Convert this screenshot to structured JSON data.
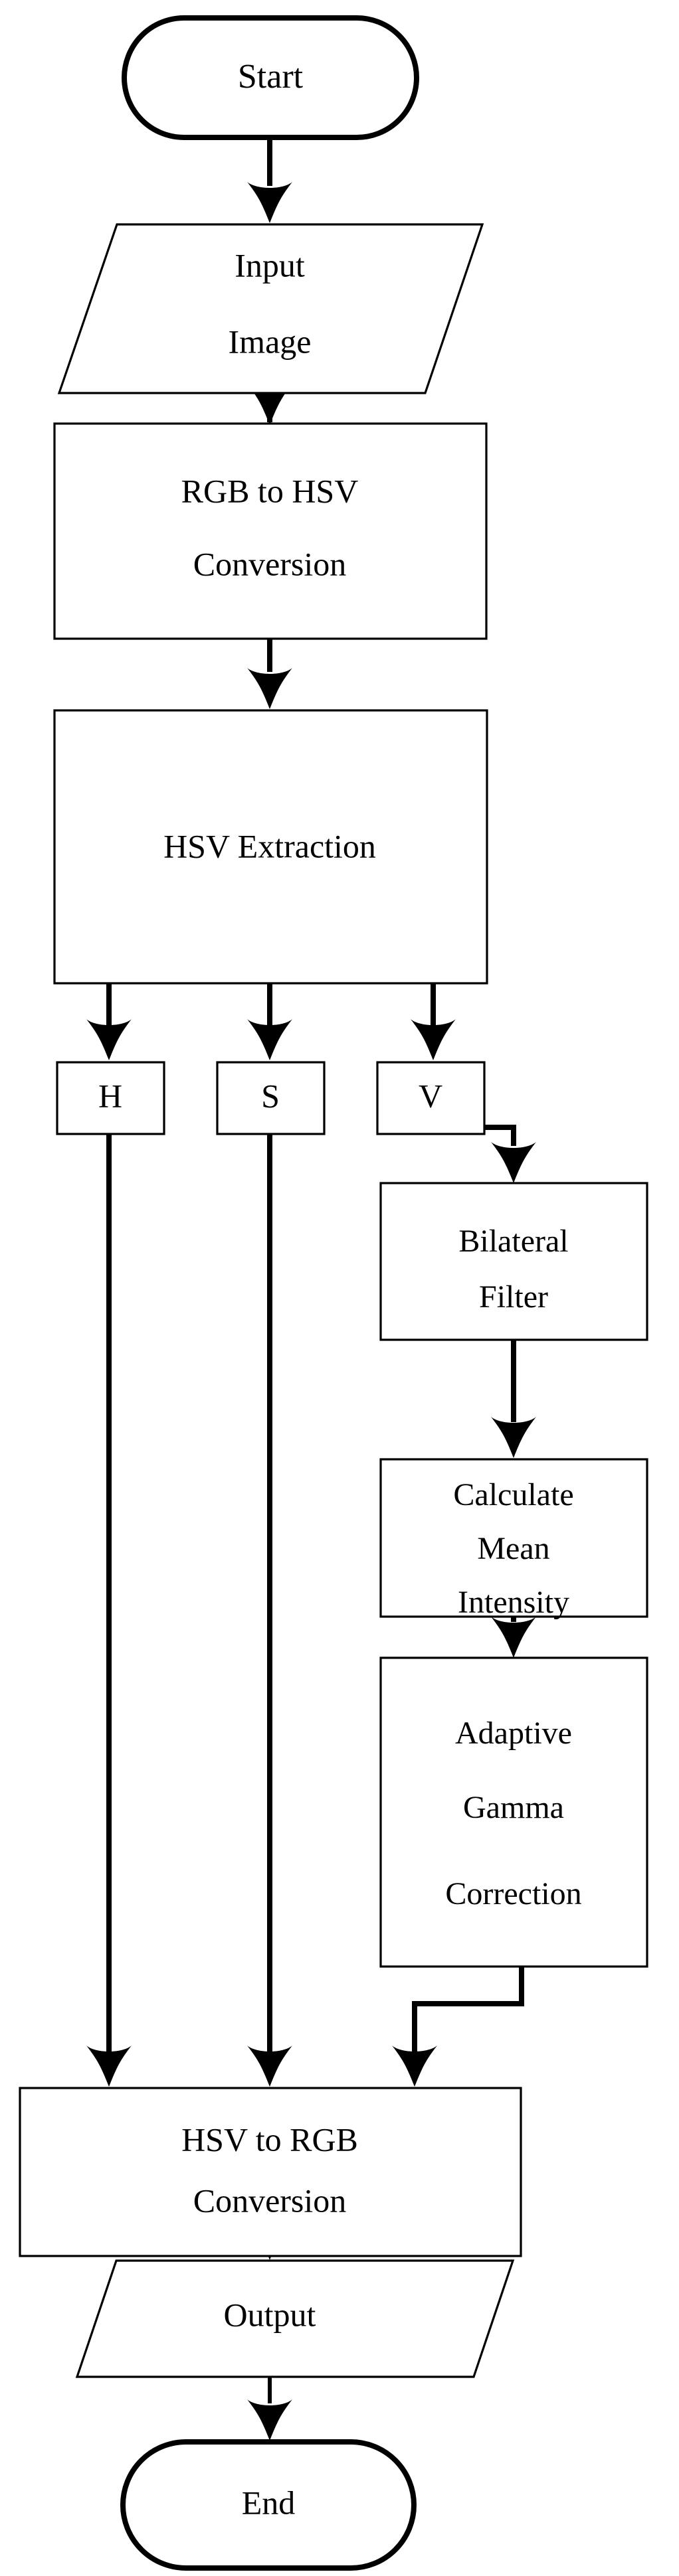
{
  "diagram": {
    "title": "Adaptive Gamma Correction Image Enhancement Flowchart",
    "background_color": "#ffffff",
    "line_color": "#000000",
    "text_color": "#000000",
    "type": "flowchart",
    "orientation": "top-to-bottom"
  },
  "nodes": {
    "start": {
      "label": "Start",
      "shape": "stadium"
    },
    "input_image": {
      "label_line1": "Input",
      "label_line2": "Image",
      "shape": "parallelogram"
    },
    "rgb_to_hsv": {
      "label_line1": "RGB to HSV",
      "label_line2": "Conversion",
      "shape": "rectangle"
    },
    "hsv_extraction": {
      "label_line1": "HSV Extraction",
      "shape": "rectangle"
    },
    "channel_h": {
      "label": "H",
      "shape": "rectangle"
    },
    "channel_s": {
      "label": "S",
      "shape": "rectangle"
    },
    "channel_v": {
      "label": "V",
      "shape": "rectangle"
    },
    "bilateral_filter": {
      "label_line1": "Bilateral",
      "label_line2": "Filter",
      "shape": "rectangle"
    },
    "calculate_mean_intensity": {
      "label_line1": "Calculate",
      "label_line2": "Mean",
      "label_line3": "Intensity",
      "shape": "rectangle"
    },
    "adaptive_gamma_correction": {
      "label_line1": "Adaptive",
      "label_line2": "Gamma",
      "label_line3": "Correction",
      "shape": "rectangle"
    },
    "hsv_to_rgb": {
      "label_line1": "HSV to RGB",
      "label_line2": "Conversion",
      "shape": "rectangle"
    },
    "output": {
      "label": "Output",
      "shape": "parallelogram"
    },
    "end": {
      "label": "End",
      "shape": "stadium"
    }
  },
  "edges": [
    {
      "from": "start",
      "to": "input_image"
    },
    {
      "from": "input_image",
      "to": "rgb_to_hsv"
    },
    {
      "from": "rgb_to_hsv",
      "to": "hsv_extraction"
    },
    {
      "from": "hsv_extraction",
      "to": "channel_h"
    },
    {
      "from": "hsv_extraction",
      "to": "channel_s"
    },
    {
      "from": "hsv_extraction",
      "to": "channel_v"
    },
    {
      "from": "channel_v",
      "to": "bilateral_filter"
    },
    {
      "from": "bilateral_filter",
      "to": "calculate_mean_intensity"
    },
    {
      "from": "calculate_mean_intensity",
      "to": "adaptive_gamma_correction"
    },
    {
      "from": "channel_h",
      "to": "hsv_to_rgb"
    },
    {
      "from": "channel_s",
      "to": "hsv_to_rgb"
    },
    {
      "from": "adaptive_gamma_correction",
      "to": "hsv_to_rgb"
    },
    {
      "from": "hsv_to_rgb",
      "to": "output"
    },
    {
      "from": "output",
      "to": "end"
    }
  ]
}
